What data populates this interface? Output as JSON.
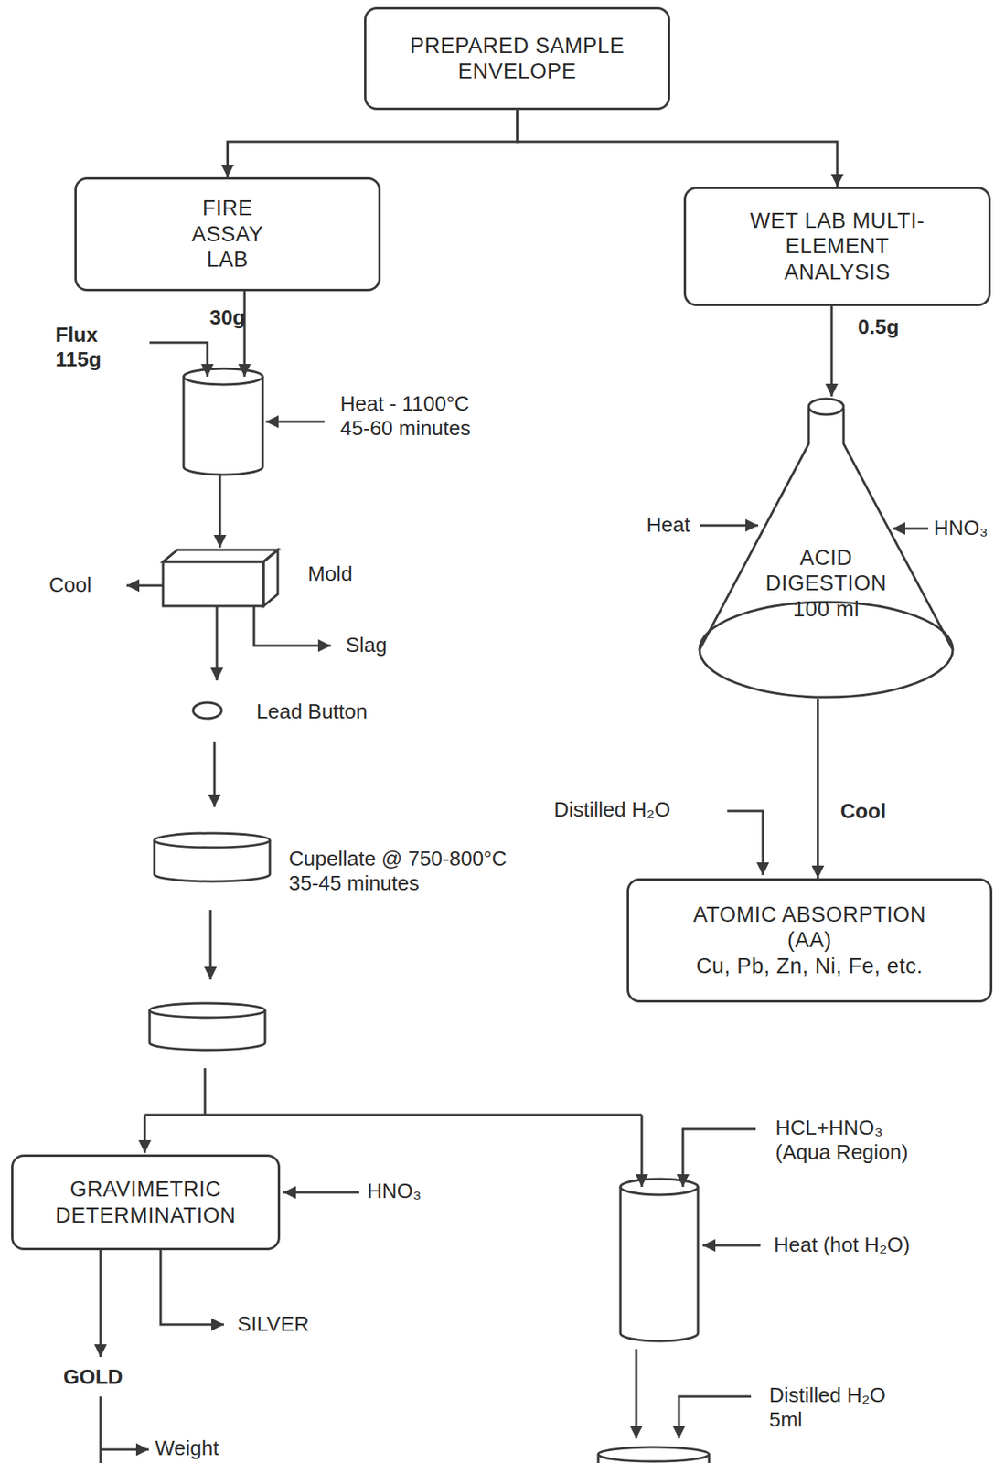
{
  "diagram": {
    "nodes": [
      {
        "text": [
          "PREPARED SAMPLE ENVELOPE"
        ]
      },
      {
        "text": [
          "FIRE ASSAY LAB"
        ]
      },
      {
        "text": [
          "WET LAB MULTI-ELEMENT ANALYSIS"
        ]
      },
      {
        "text": [
          "ACID DIGESTION 100 ml"
        ]
      },
      {
        "text": [
          "ATOMIC ABSORPTION (AA)",
          "Cu, Pb, Zn, Ni, Fe, etc."
        ]
      },
      {
        "text": [
          "GRAVIMETRIC DETERMINATION"
        ]
      }
    ],
    "edges": [
      {
        "from": 0,
        "to": 1,
        "arrow": "to"
      },
      {
        "from": 0,
        "to": 2,
        "arrow": "to"
      },
      {
        "from": 2,
        "to": 3,
        "label": "0.5g",
        "arrow": "to"
      },
      {
        "from": 3,
        "to": 4,
        "label": "Cool",
        "arrow": "to"
      }
    ],
    "labels": [
      "30g",
      "Flux 115g",
      "Heat - 1100°C 45-60 minutes",
      "Mold",
      "Cool",
      "Slag",
      "Lead Button",
      "Cupellate @ 750-800°C 35-45 minutes",
      "Heat",
      "HNO₃",
      "Distilled H₂O",
      "HNO₃",
      "SILVER",
      "GOLD",
      "Weight",
      "HCL+HNO₃ (Aqua Region)",
      "Heat (hot H₂O)",
      "Distilled H₂O 5ml"
    ]
  }
}
